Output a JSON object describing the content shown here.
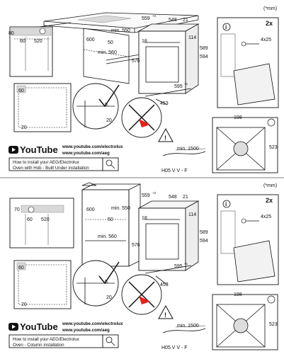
{
  "doc": {
    "unit_label": "(*mm)"
  },
  "panels": [
    {
      "dims": {
        "cab_80": "80",
        "cab_60": "60",
        "cab_520": "520",
        "cab_600": "600",
        "cab_min550": "min. 550",
        "cab_50": "50",
        "cab_min560": "min. 560",
        "oven_559": "559",
        "oven_559_star": "+2",
        "oven_548": "548",
        "oven_21": "21",
        "oven_114": "114",
        "oven_18": "18",
        "oven_576": "576",
        "oven_589": "589",
        "oven_594": "594",
        "oven_595": "595",
        "oven_595_star": "+1",
        "oven_453": "453",
        "detail_60": "60",
        "detail_20": "20",
        "detail_5": "5",
        "detail_20b": "20",
        "screw": "4x25",
        "count": "2x",
        "front_198": "198",
        "front_523": "523",
        "cable_min": "min. 1500",
        "cable_type": "H05 V V - F"
      },
      "youtube": {
        "logo": "YouTube",
        "url1": "www.youtube.com/electrolux",
        "url2": "www.youtube.com/aeg",
        "caption_line1": "How to install your AEG/Electrolux",
        "caption_line2": "Oven with Hob - Built Under installation"
      },
      "icons": {
        "info": "i",
        "warning": "!"
      }
    },
    {
      "dims": {
        "cab_70": "70",
        "cab_60": "60",
        "cab_520": "520",
        "cab_600": "600",
        "cab_min550": "min. 550",
        "cab_50": "50",
        "cab_min560": "min. 560",
        "oven_559": "559",
        "oven_559_star": "+2",
        "oven_548": "548",
        "oven_21": "21",
        "oven_114": "114",
        "oven_18": "18",
        "oven_576": "576",
        "oven_589": "589",
        "oven_594": "594",
        "oven_595": "595",
        "oven_595_star": "+1",
        "oven_453": "453",
        "detail_60": "60",
        "detail_20": "20",
        "detail_5": "5",
        "detail_20b": "20",
        "screw": "4x25",
        "count": "2x",
        "front_198": "198",
        "front_523": "523",
        "cable_min": "min. 1500",
        "cable_type": "H05 V V - F"
      },
      "youtube": {
        "logo": "YouTube",
        "url1": "www.youtube.com/electrolux",
        "url2": "www.youtube.com/aeg",
        "caption_line1": "How to install your AEG/Electrolux",
        "caption_line2": "Oven - Column installation"
      },
      "icons": {
        "info": "i",
        "warning": "!"
      }
    }
  ]
}
